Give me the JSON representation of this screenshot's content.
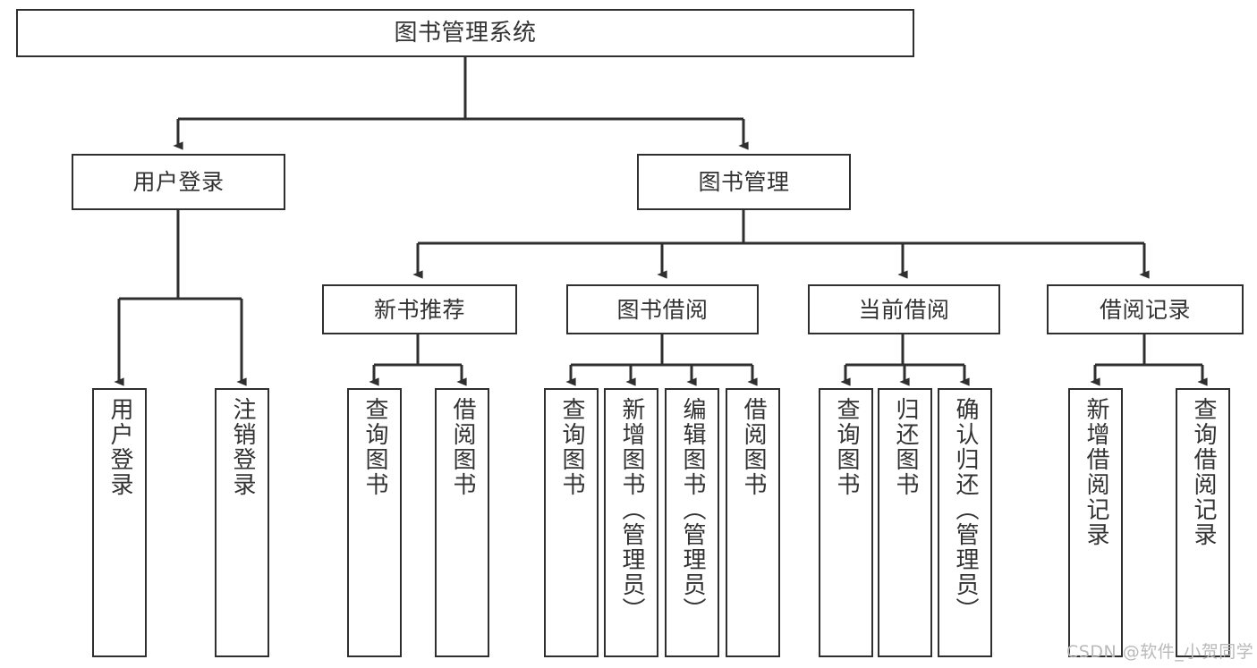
{
  "diagram": {
    "type": "tree-hierarchy-chart",
    "title": "图书管理系统",
    "background_color": "#ffffff",
    "box_border_color": "#2f2f2f",
    "text_color": "#333333",
    "connector_color": "#2f2f2f"
  },
  "nodes": {
    "root": {
      "label": "图书管理系统",
      "level": 1
    },
    "level2": [
      {
        "id": "user-login",
        "label": "用户登录"
      },
      {
        "id": "book-management",
        "label": "图书管理"
      }
    ],
    "level3": [
      {
        "id": "new-book-recommend",
        "label": "新书推荐"
      },
      {
        "id": "book-borrow",
        "label": "图书借阅"
      },
      {
        "id": "current-borrow",
        "label": "当前借阅"
      },
      {
        "id": "borrow-record",
        "label": "借阅记录"
      }
    ],
    "leaves": {
      "user-login": [
        {
          "id": "leaf-user-login",
          "label": "用户登录"
        },
        {
          "id": "leaf-logout-login",
          "label": "注销登录"
        }
      ],
      "new-book-recommend": [
        {
          "id": "leaf-query-book-1",
          "label": "查询图书"
        },
        {
          "id": "leaf-borrow-book-1",
          "label": "借阅图书"
        }
      ],
      "book-borrow": [
        {
          "id": "leaf-query-book-2",
          "label": "查询图书"
        },
        {
          "id": "leaf-add-book",
          "label": "新增图书（管理员）"
        },
        {
          "id": "leaf-edit-book",
          "label": "编辑图书（管理员）"
        },
        {
          "id": "leaf-borrow-book-2",
          "label": "借阅图书"
        }
      ],
      "current-borrow": [
        {
          "id": "leaf-query-book-3",
          "label": "查询图书"
        },
        {
          "id": "leaf-return-book",
          "label": "归还图书"
        },
        {
          "id": "leaf-confirm-return",
          "label": "确认归还（管理员）"
        }
      ],
      "borrow-record": [
        {
          "id": "leaf-add-record",
          "label": "新增借阅记录"
        },
        {
          "id": "leaf-query-record",
          "label": "查询借阅记录"
        }
      ]
    }
  },
  "watermark": {
    "text": "CSDN @软件_小贺同学"
  }
}
